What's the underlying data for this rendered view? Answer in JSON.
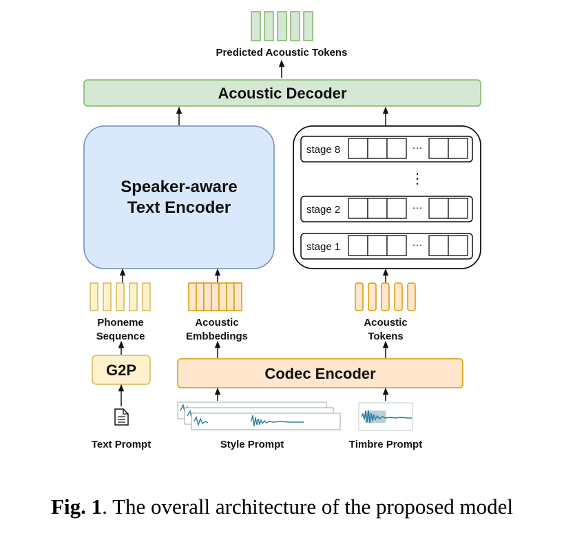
{
  "diagram": {
    "predicted_tokens_label": "Predicted Acoustic Tokens",
    "acoustic_decoder_label": "Acoustic Decoder",
    "text_encoder_label_line1": "Speaker-aware",
    "text_encoder_label_line2": "Text Encoder",
    "stages": [
      "stage 8",
      "stage 2",
      "stage 1"
    ],
    "ellipsis": "···",
    "vertical_ellipsis": "⋮",
    "phoneme_label_line1": "Phoneme",
    "phoneme_label_line2": "Sequence",
    "acoustic_emb_label_line1": "Acoustic",
    "acoustic_emb_label_line2": "Embbedings",
    "acoustic_tokens_label_line1": "Acoustic",
    "acoustic_tokens_label_line2": "Tokens",
    "g2p_label": "G2P",
    "codec_encoder_label": "Codec Encoder",
    "text_prompt_label": "Text Prompt",
    "style_prompt_label": "Style Prompt",
    "timbre_prompt_label": "Timbre Prompt"
  },
  "caption": {
    "prefix": "Fig. 1",
    "text": ". The overall architecture of the proposed model"
  },
  "colors": {
    "green_fill": "#d5e8d4",
    "green_stroke": "#82b366",
    "blue_fill": "#dae8fc",
    "blue_stroke": "#6c8ebf",
    "yellow_fill": "#fff2cc",
    "yellow_stroke": "#d6b656",
    "orange_fill": "#ffe6cc",
    "orange_stroke": "#d79b00",
    "wave": "#2a7a9a"
  }
}
